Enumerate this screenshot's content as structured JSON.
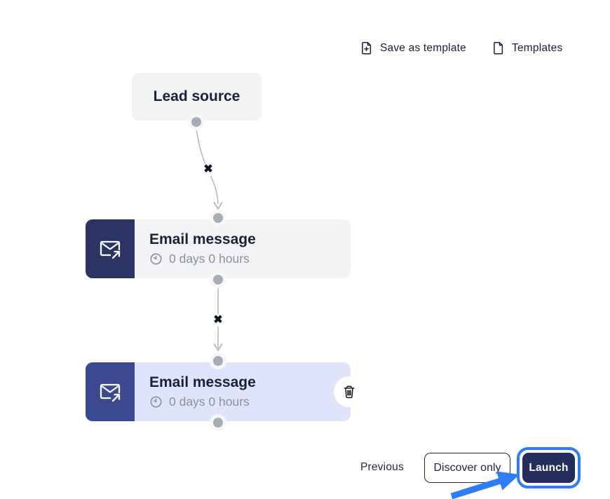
{
  "header": {
    "save_as_template_label": "Save as template",
    "templates_label": "Templates"
  },
  "flow": {
    "lead_source": {
      "title": "Lead source"
    },
    "steps": [
      {
        "title": "Email message",
        "delay": "0 days 0 hours"
      },
      {
        "title": "Email message",
        "delay": "0 days 0 hours"
      }
    ]
  },
  "footer": {
    "previous_label": "Previous",
    "discover_only_label": "Discover only",
    "launch_label": "Launch"
  },
  "icons": {
    "x_mark": "✖"
  },
  "colors": {
    "accent_blue": "#2e7cf6",
    "step_icon_navy": "#2a3565",
    "step_icon_navy_selected": "#3c488f",
    "launch_navy": "#232e5c",
    "node_gray": "#f2f3f5",
    "node_selected_lavender": "#e0e4fb",
    "text_dark": "#1a2236",
    "text_muted": "#8b909c"
  }
}
